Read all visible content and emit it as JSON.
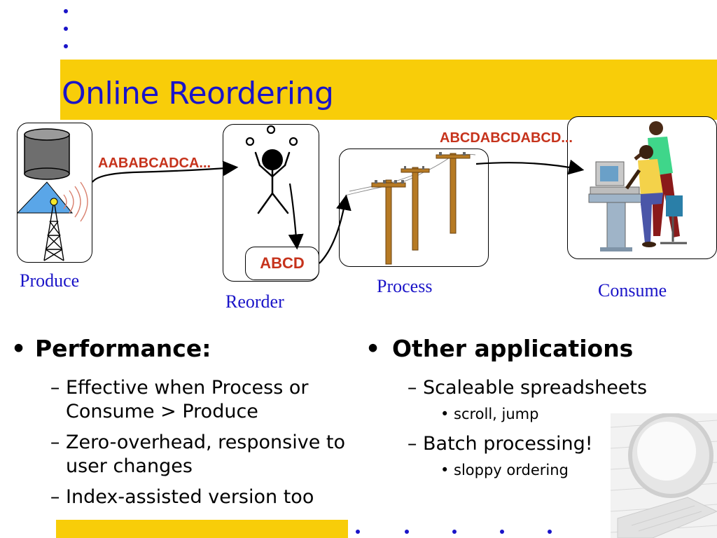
{
  "title": "Online Reordering",
  "stages": {
    "produce": "Produce",
    "reorder": "Reorder",
    "process": "Process",
    "consume": "Consume"
  },
  "sequences": {
    "input": "AABABCADCA...",
    "reordered": "ABCD",
    "output": "ABCDABCDABCD..."
  },
  "bullets_left": {
    "heading": "Performance:",
    "items": [
      "Effective when Process or Consume > Produce",
      "Zero-overhead, responsive to user changes",
      "Index-assisted version too"
    ]
  },
  "bullets_right": {
    "heading": "Other applications",
    "items": [
      {
        "text": "Scaleable spreadsheets",
        "sub": "scroll, jump"
      },
      {
        "text": "Batch processing!",
        "sub": "sloppy ordering"
      }
    ]
  },
  "colors": {
    "accent_yellow": "#f8cd09",
    "title_blue": "#1a14c8",
    "sequence_red": "#c6331c"
  }
}
